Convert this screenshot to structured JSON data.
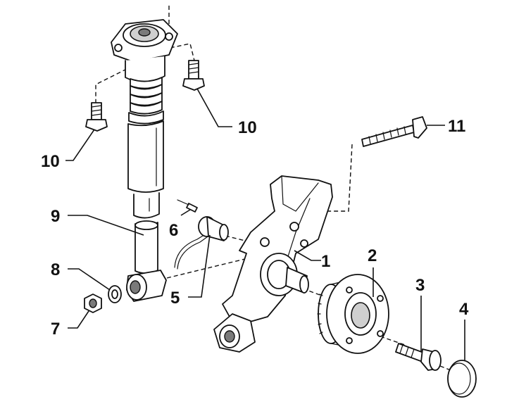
{
  "diagram": {
    "callouts": [
      {
        "id": "c1",
        "text": "1"
      },
      {
        "id": "c2",
        "text": "2"
      },
      {
        "id": "c3",
        "text": "3"
      },
      {
        "id": "c4",
        "text": "4"
      },
      {
        "id": "c5",
        "text": "5"
      },
      {
        "id": "c6",
        "text": "6"
      },
      {
        "id": "c7",
        "text": "7"
      },
      {
        "id": "c8",
        "text": "8"
      },
      {
        "id": "c9",
        "text": "9"
      },
      {
        "id": "c10a",
        "text": "10"
      },
      {
        "id": "c10b",
        "text": "10"
      },
      {
        "id": "c11",
        "text": "11"
      }
    ]
  }
}
